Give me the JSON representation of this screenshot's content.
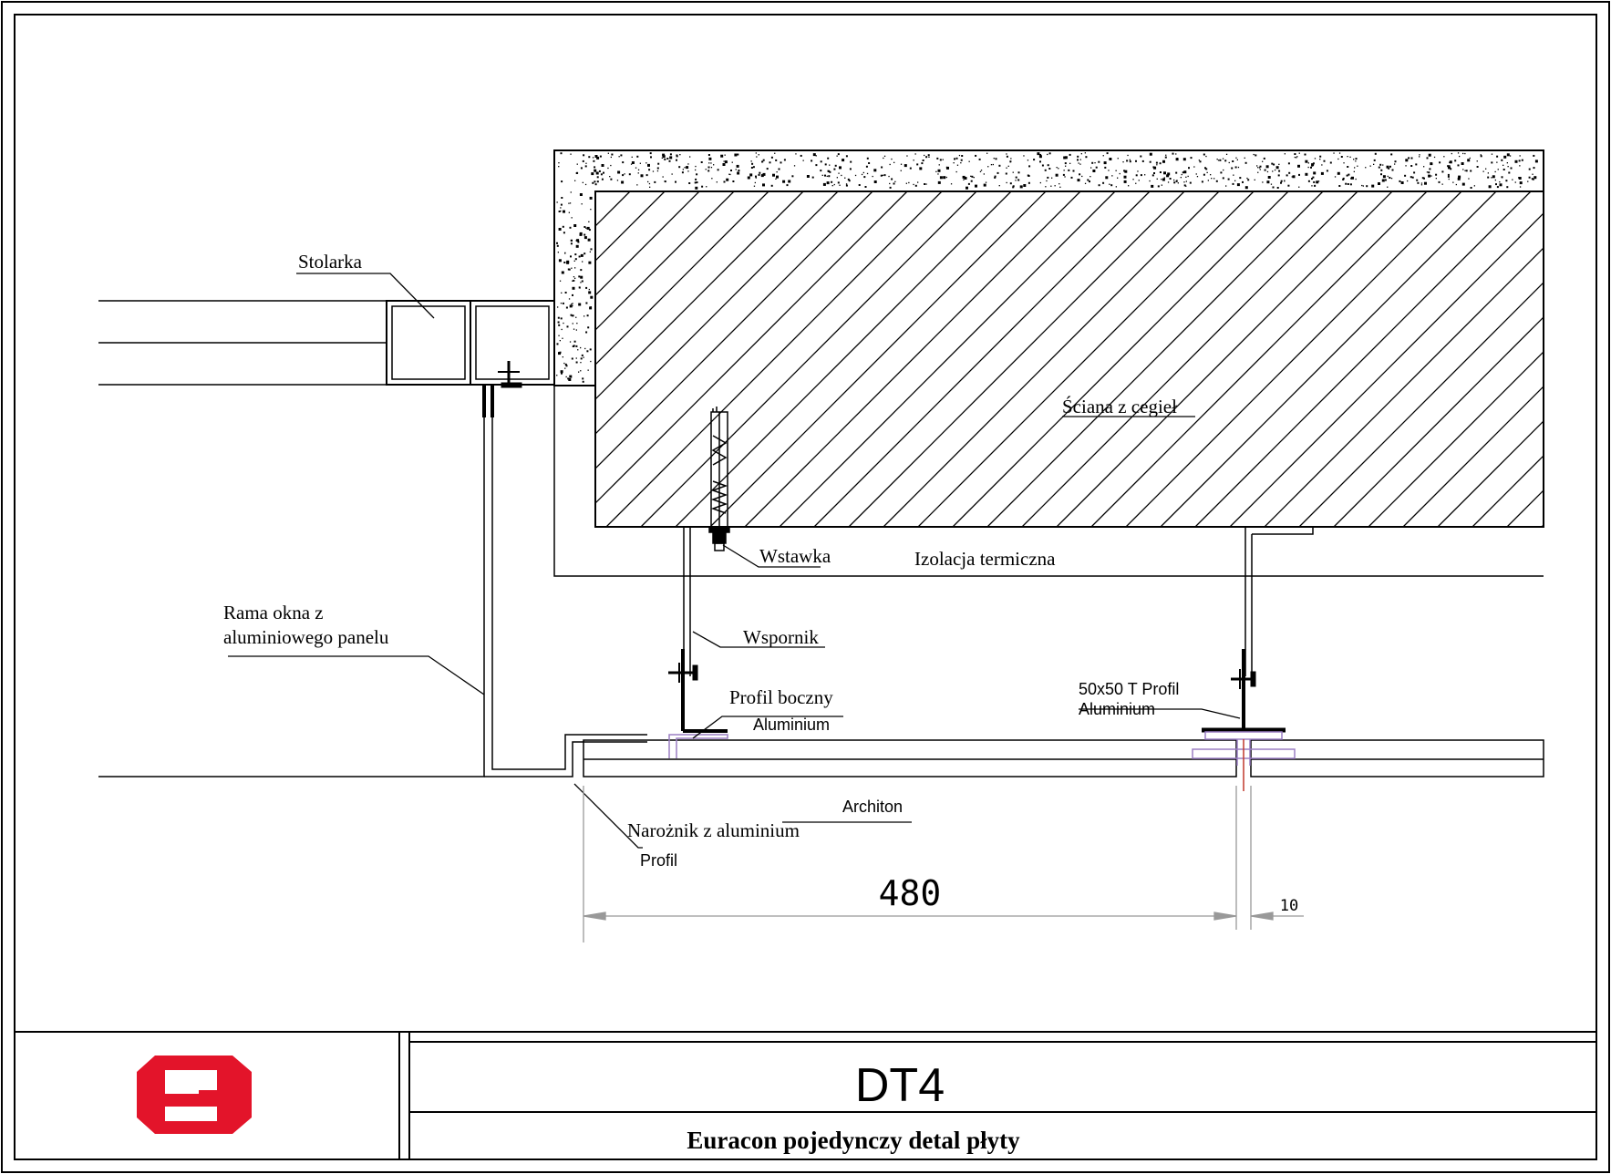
{
  "labels": {
    "stolarka": "Stolarka",
    "sciana": "Ściana z cegieł",
    "wstawka": "Wstawka",
    "izolacja": "Izolacja termiczna",
    "rama_line1": "Rama okna z",
    "rama_line2": "aluminiowego panelu",
    "wspornik": "Wspornik",
    "profil_boczny": "Profil boczny",
    "profil_boczny_sub": "Aluminium",
    "t_profil": "50x50 T Profil",
    "t_profil_sub": "Aluminium",
    "architon": "Architon",
    "naroznik": "Narożnik z aluminium",
    "naroznik_sub": "Profil"
  },
  "dimensions": {
    "main": "480",
    "gap": "10"
  },
  "title_block": {
    "code": "DT4",
    "description": "Euracon pojedynczy detal płyty",
    "logo_letter": "E"
  },
  "colors": {
    "logo_red": "#e3142a",
    "dim_grey": "#999999",
    "accent_purple": "#9b7fc4",
    "accent_red": "#c0392b"
  }
}
